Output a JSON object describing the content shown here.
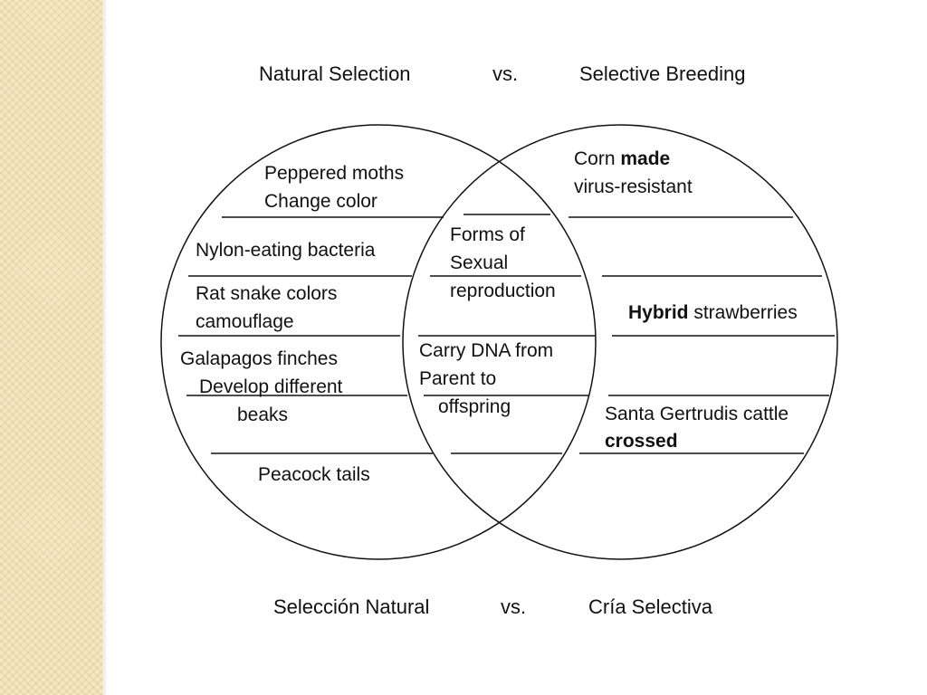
{
  "header": {
    "left": "Natural Selection",
    "vs": "vs.",
    "right": "Selective Breeding"
  },
  "footer": {
    "left": "Selección Natural",
    "vs": "vs.",
    "right": "Cría Selectiva"
  },
  "natural_selection": {
    "moths_1": "Peppered moths",
    "moths_2": "Change color",
    "bacteria": "Nylon-eating bacteria",
    "snake_1": "Rat snake colors",
    "snake_2": "camouflage",
    "finches_1": "Galapagos finches",
    "finches_2": "Develop different",
    "finches_3": "beaks",
    "peacock": "Peacock tails"
  },
  "both": {
    "forms_1": "Forms of",
    "forms_2": "Sexual",
    "forms_3": "reproduction",
    "dna_1": "Carry DNA from",
    "dna_2": "Parent to",
    "dna_3": "offspring"
  },
  "selective_breeding": {
    "corn_a": "Corn ",
    "corn_b": "made",
    "corn_2": "virus-resistant",
    "hybrid_a": "Hybrid",
    "hybrid_b": " strawberries",
    "cattle_1": "Santa Gertrudis cattle",
    "cattle_2": "crossed"
  },
  "colors": {
    "line": "#111111",
    "background_strip": "#f5e6c4"
  }
}
